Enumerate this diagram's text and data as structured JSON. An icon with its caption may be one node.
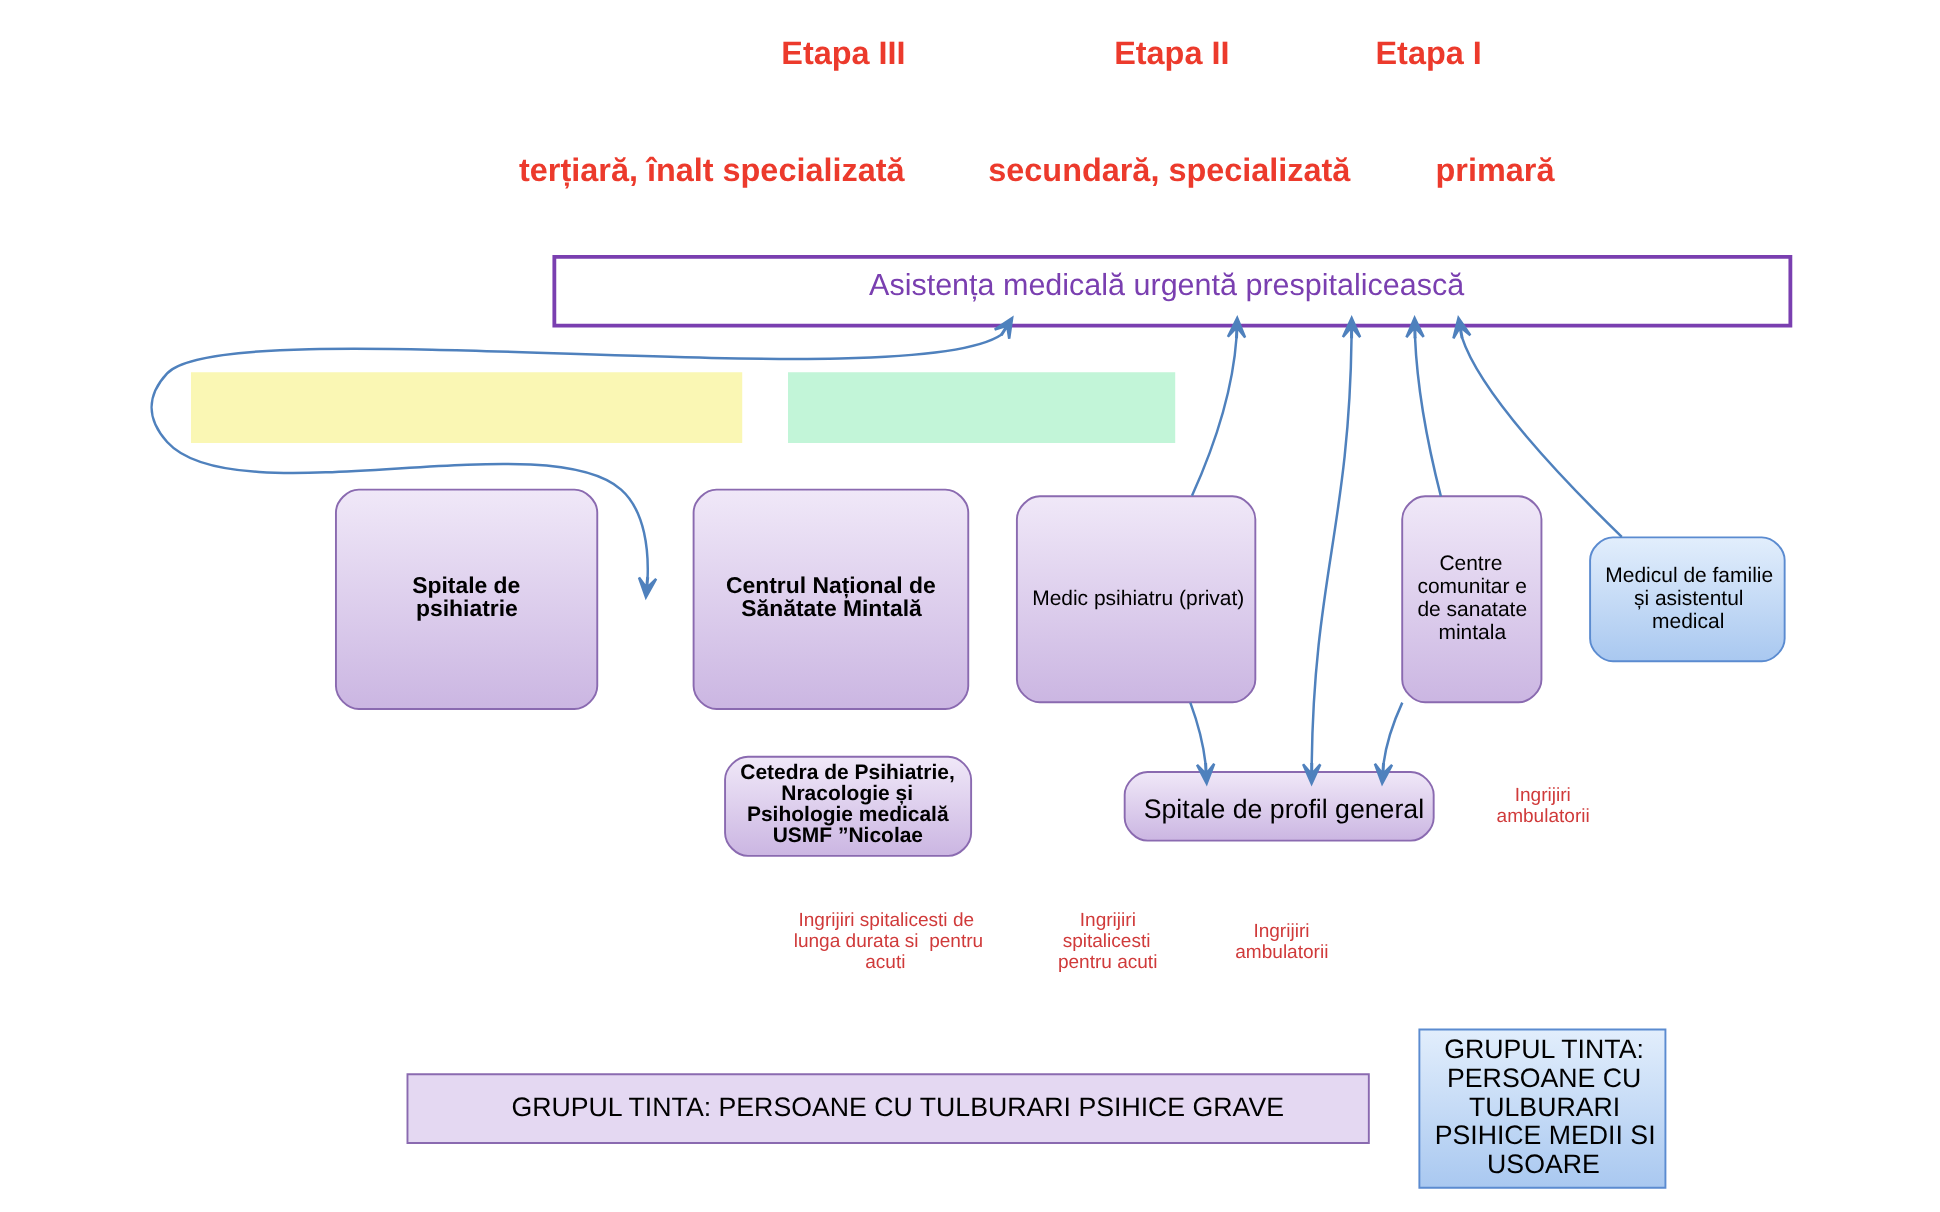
{
  "diagram": {
    "nodes": [
      {
        "text": [
          "Asistența medicală urgentă prespitalicească"
        ]
      },
      {
        "text": [],
        "shape": "box"
      },
      {
        "text": [],
        "shape": "box"
      },
      {
        "text": [
          "Spitale de psihiatrie"
        ]
      },
      {
        "text": [
          "Centrul Național de Sănătate Mintală"
        ]
      },
      {
        "text": [
          "Cetedra de Psihiatrie, Nracologie și Psihologie medicală USMF ”Nicolae"
        ]
      },
      {
        "text": [
          "Medic psihiatru (privat)"
        ]
      },
      {
        "text": [
          "Centre comunitar e de sanatate mintala"
        ]
      },
      {
        "text": [
          "Spitale de profil general"
        ]
      },
      {
        "text": [
          "Medicul de familie și asistentul medical"
        ]
      },
      {
        "text": [
          "GRUPUL TINTA: PERSOANE CU TULBURARI PSIHICE GRAVE"
        ]
      },
      {
        "text": [
          "GRUPUL TINTA: PERSOANE CU TULBURARI PSIHICE MEDII SI USOARE"
        ]
      }
    ],
    "edges": [
      {
        "from": 0,
        "to": null,
        "arrow": "both"
      },
      {
        "from": 8,
        "to": 0,
        "arrow": "both"
      },
      {
        "from": 6,
        "to": 0,
        "arrow": "to"
      },
      {
        "from": 6,
        "to": 8,
        "arrow": "to"
      },
      {
        "from": 7,
        "to": 0,
        "arrow": "to"
      },
      {
        "from": 7,
        "to": 8,
        "arrow": "to"
      },
      {
        "from": 9,
        "to": 0,
        "arrow": "to"
      }
    ],
    "labels": [
      "Etapa III",
      "terțiară, înalt specializată",
      "Etapa II",
      "secundară, specializată",
      "Etapa I",
      "primară",
      "Ingrijiri ambulatorii",
      "Ingrijiri spitalicesti de lunga durata si  pentru acuti",
      "Ingrijiri spitalicesti pentru acuti",
      "Ingrijiri ambulatorii"
    ]
  }
}
